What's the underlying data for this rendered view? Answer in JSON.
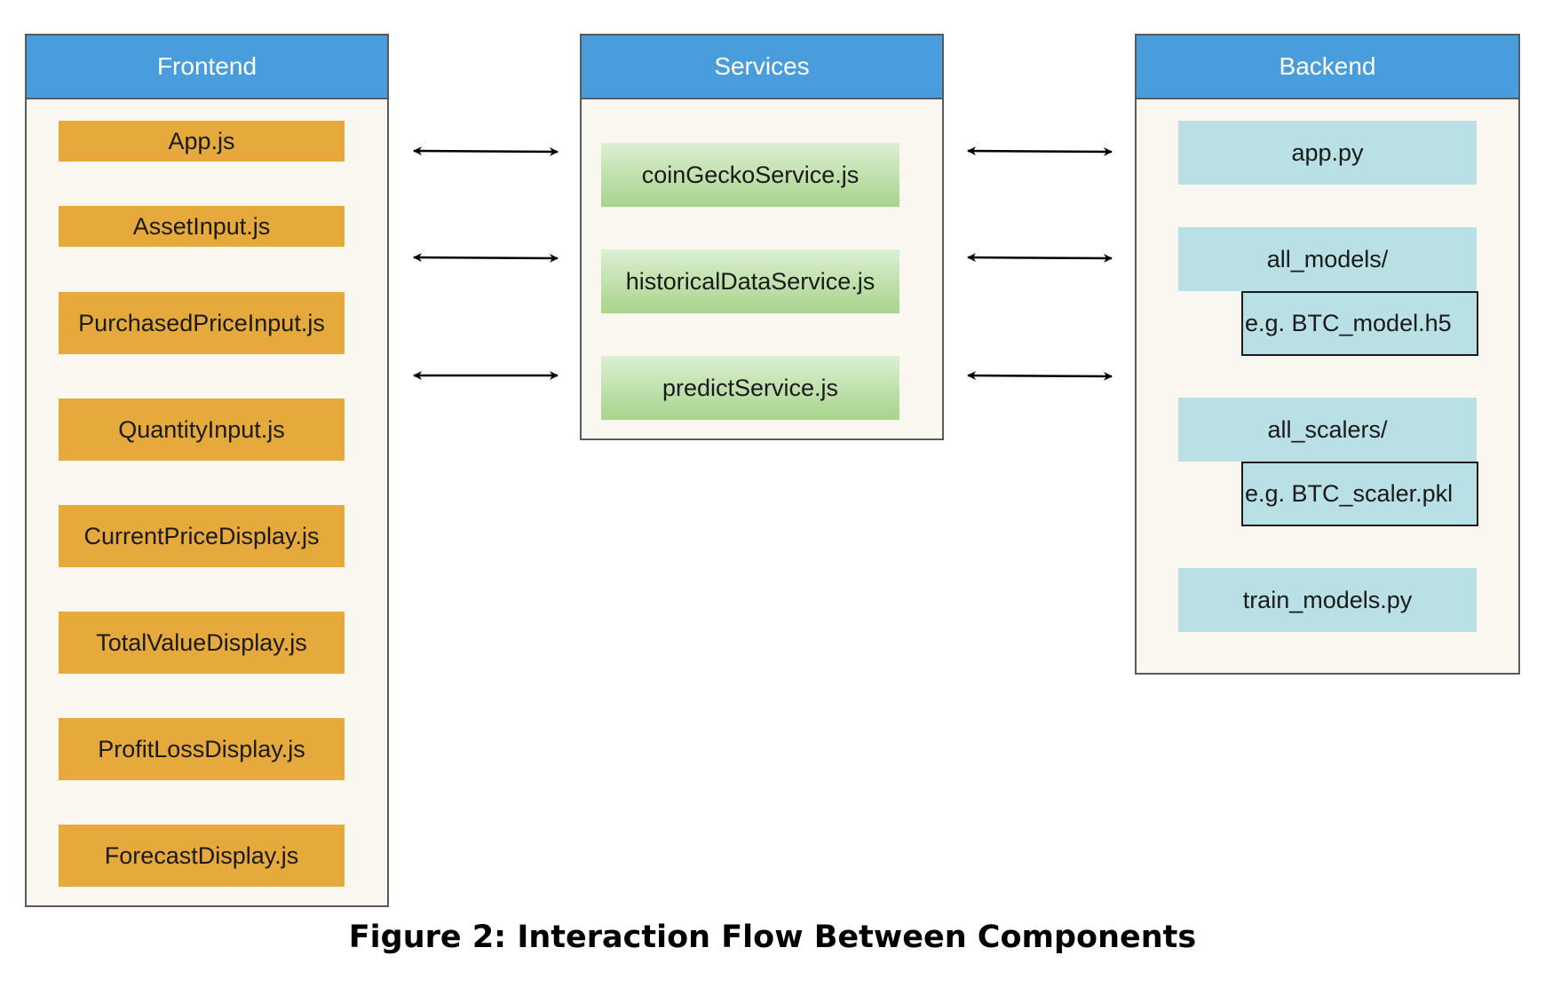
{
  "frontend": {
    "title": "Frontend",
    "items": [
      "App.js",
      "AssetInput.js",
      "PurchasedPriceInput.js",
      "QuantityInput.js",
      "CurrentPriceDisplay.js",
      "TotalValueDisplay.js",
      "ProfitLossDisplay.js",
      "ForecastDisplay.js"
    ]
  },
  "services": {
    "title": "Services",
    "items": [
      "coinGeckoService.js",
      "historicalDataService.js",
      "predictService.js"
    ]
  },
  "backend": {
    "title": "Backend",
    "app": "app.py",
    "models_dir": "all_models/",
    "models_example": "e.g.  BTC_model.h5",
    "scalers_dir": "all_scalers/",
    "scalers_example": "e.g.  BTC_scaler.pkl",
    "train": "train_models.py"
  },
  "caption": "Figure 2: Interaction Flow Between Components",
  "colors": {
    "header": "#4a9ddc",
    "panel": "#f9f7f0",
    "frontend_item": "#e6a93b",
    "service_item": "#a7d48c",
    "backend_item": "#b8e0e5"
  }
}
